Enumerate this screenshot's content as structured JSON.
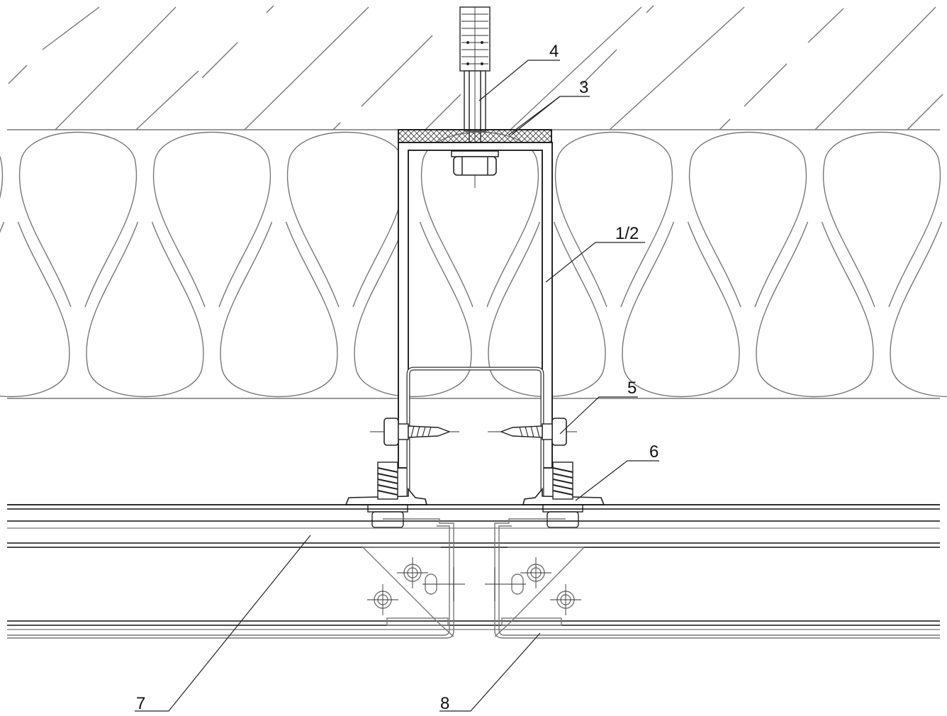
{
  "labels": {
    "l1": "4",
    "l2": "3",
    "l3": "1/2",
    "l4": "5",
    "l5": "6",
    "l6": "7",
    "l7": "8"
  },
  "colors": {
    "line": "#111111",
    "hatch": "#777777",
    "insulation": "#777777",
    "background": "#ffffff"
  }
}
